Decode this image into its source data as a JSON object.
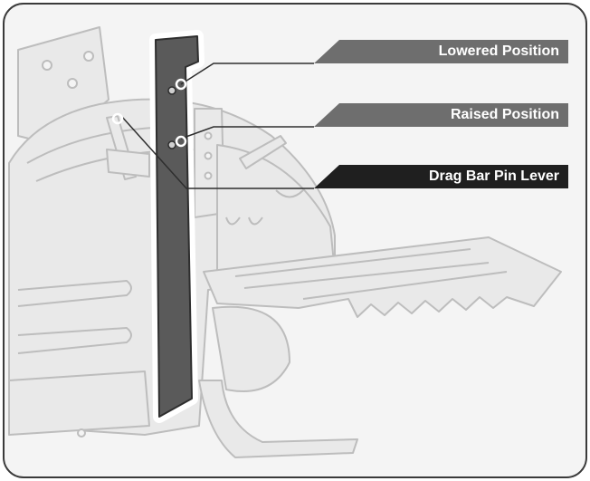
{
  "labels": {
    "lowered": "Lowered Position",
    "raised": "Raised Position",
    "lever": "Drag Bar Pin Lever"
  },
  "colors": {
    "frame_border": "#3a3a3a",
    "background": "#f4f4f4",
    "machine_fill": "#e9e9e9",
    "machine_stroke": "#bdbdbd",
    "drag_bar": "#5a5a5a",
    "callout_gray": "#6e6e6e",
    "callout_dark": "#1f1f1f"
  }
}
